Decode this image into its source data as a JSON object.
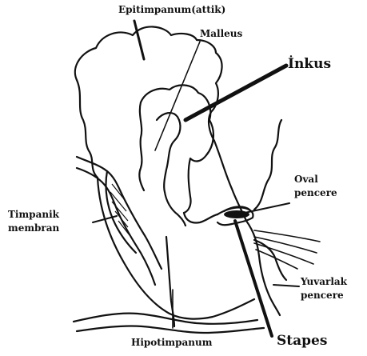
{
  "diagram": {
    "background": "#ffffff",
    "line_color": "#111111",
    "labels": {
      "epitympanum": "Epitimpanum(attik)",
      "malleus": "Malleus",
      "incus": "İnkus",
      "oval_window_line1": "Oval",
      "oval_window_line2": "pencere",
      "tympanic_membrane_line1": "Timpanik",
      "tympanic_membrane_line2": "membran",
      "round_window_line1": "Yuvarlak",
      "round_window_line2": "pencere",
      "hypotympanum": "Hipotimpanum",
      "stapes": "Stapes"
    }
  }
}
